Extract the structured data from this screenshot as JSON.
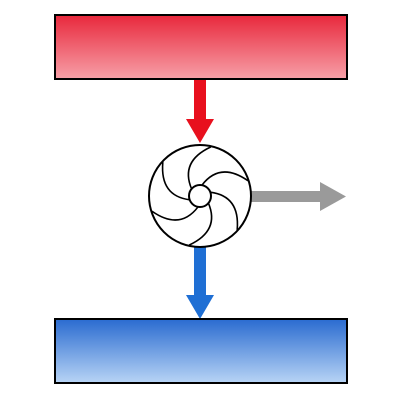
{
  "diagram": {
    "kind": "heat-engine-schematic",
    "components": [
      {
        "id": "hot-reservoir",
        "shape": "rectangle",
        "fill": "gradient-red"
      },
      {
        "id": "heat-in-arrow",
        "shape": "arrow",
        "direction": "down"
      },
      {
        "id": "turbine",
        "shape": "circle-with-curved-blades",
        "blades": 6
      },
      {
        "id": "work-out-arrow",
        "shape": "arrow",
        "direction": "right"
      },
      {
        "id": "heat-out-arrow",
        "shape": "arrow",
        "direction": "down"
      },
      {
        "id": "cold-reservoir",
        "shape": "rectangle",
        "fill": "gradient-blue"
      }
    ],
    "colors": {
      "hot_top": "#e8283c",
      "hot_bottom": "#f7a0a8",
      "cold_top": "#2a6bd0",
      "cold_bottom": "#b8d4f5",
      "heat_in_arrow": "#e8101e",
      "heat_out_arrow": "#1f6fd4",
      "work_arrow": "#9a9a9a",
      "outline": "#000000",
      "background": "#ffffff"
    }
  }
}
